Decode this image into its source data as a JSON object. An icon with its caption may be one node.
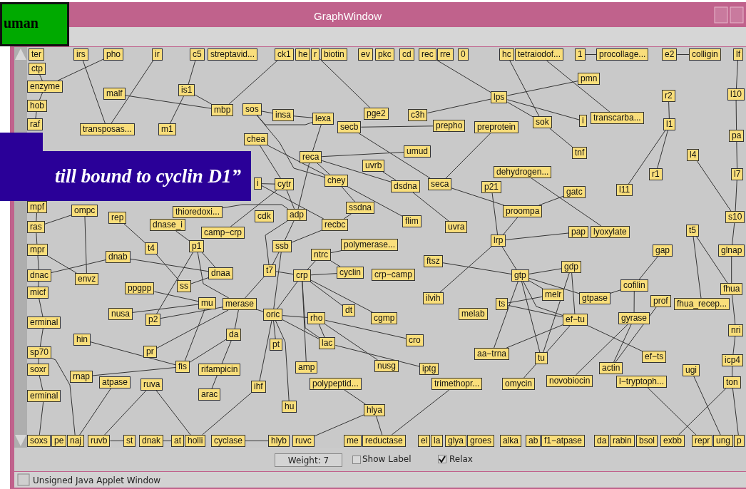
{
  "diagram": {
    "title": "GraphWindow",
    "nodes": [
      {
        "text": [
          "ter"
        ]
      },
      {
        "text": [
          "irs"
        ]
      },
      {
        "text": [
          "pho"
        ]
      },
      {
        "text": [
          "ir"
        ]
      },
      {
        "text": [
          "c5"
        ]
      },
      {
        "text": [
          "streptavid..."
        ]
      },
      {
        "text": [
          "ck1"
        ]
      },
      {
        "text": [
          "he"
        ]
      },
      {
        "text": [
          "r"
        ]
      },
      {
        "text": [
          "biotin"
        ]
      },
      {
        "text": [
          "ev"
        ]
      },
      {
        "text": [
          "pkc"
        ]
      },
      {
        "text": [
          "cd"
        ]
      },
      {
        "text": [
          "rec"
        ]
      },
      {
        "text": [
          "rre"
        ]
      },
      {
        "text": [
          "0"
        ]
      },
      {
        "text": [
          "hc"
        ]
      },
      {
        "text": [
          "tetraiodof..."
        ]
      },
      {
        "text": [
          "1"
        ]
      },
      {
        "text": [
          "procollage..."
        ]
      },
      {
        "text": [
          "e2"
        ]
      },
      {
        "text": [
          "colligin"
        ]
      },
      {
        "text": [
          "lf"
        ]
      },
      {
        "text": [
          "ctp"
        ]
      },
      {
        "text": [
          "enzyme"
        ]
      },
      {
        "text": [
          "hob"
        ]
      },
      {
        "text": [
          "raf"
        ]
      },
      {
        "text": [
          "malf"
        ]
      },
      {
        "text": [
          "is1"
        ]
      },
      {
        "text": [
          "mbp"
        ]
      },
      {
        "text": [
          "sos"
        ]
      },
      {
        "text": [
          "insa"
        ]
      },
      {
        "text": [
          "lexa"
        ]
      },
      {
        "text": [
          "pge2"
        ]
      },
      {
        "text": [
          "secb"
        ]
      },
      {
        "text": [
          "c3h"
        ]
      },
      {
        "text": [
          "prepho"
        ]
      },
      {
        "text": [
          "preprotein"
        ]
      },
      {
        "text": [
          "lps"
        ]
      },
      {
        "text": [
          "pmn"
        ]
      },
      {
        "text": [
          "sok"
        ]
      },
      {
        "text": [
          "i"
        ]
      },
      {
        "text": [
          "transcarba..."
        ]
      },
      {
        "text": [
          "tnf"
        ]
      },
      {
        "text": [
          "r2"
        ]
      },
      {
        "text": [
          "l1"
        ]
      },
      {
        "text": [
          "l10"
        ]
      },
      {
        "text": [
          "transposas..."
        ]
      },
      {
        "text": [
          "m1"
        ]
      },
      {
        "text": [
          "pa"
        ]
      },
      {
        "text": [
          "chea"
        ]
      },
      {
        "text": [
          "reca"
        ]
      },
      {
        "text": [
          "umud"
        ]
      },
      {
        "text": [
          "l4"
        ]
      },
      {
        "text": [
          "uvrb"
        ]
      },
      {
        "text": [
          "dehydrogen..."
        ]
      },
      {
        "text": [
          "r1"
        ]
      },
      {
        "text": [
          "l7"
        ]
      },
      {
        "text": [
          "cytr"
        ]
      },
      {
        "text": [
          "i"
        ]
      },
      {
        "text": [
          "chey"
        ]
      },
      {
        "text": [
          "dsdna"
        ]
      },
      {
        "text": [
          "seca"
        ]
      },
      {
        "text": [
          "p21"
        ]
      },
      {
        "text": [
          "gatc"
        ]
      },
      {
        "text": [
          "l11"
        ]
      },
      {
        "text": [
          "mpf"
        ]
      },
      {
        "text": [
          "ompc"
        ]
      },
      {
        "text": [
          "thioredoxi..."
        ]
      },
      {
        "text": [
          "ssdna"
        ]
      },
      {
        "text": [
          "proompa"
        ]
      },
      {
        "text": [
          "s10"
        ]
      },
      {
        "text": [
          "ras"
        ]
      },
      {
        "text": [
          "rep"
        ]
      },
      {
        "text": [
          "dnase_i"
        ]
      },
      {
        "text": [
          "cdk"
        ]
      },
      {
        "text": [
          "adp"
        ]
      },
      {
        "text": [
          "flim"
        ]
      },
      {
        "text": [
          "recbc"
        ]
      },
      {
        "text": [
          "uvra"
        ]
      },
      {
        "text": [
          "pap"
        ]
      },
      {
        "text": [
          "lyoxylate"
        ]
      },
      {
        "text": [
          "t5"
        ]
      },
      {
        "text": [
          "camp−crp"
        ]
      },
      {
        "text": [
          "p1"
        ]
      },
      {
        "text": [
          "ssb"
        ]
      },
      {
        "text": [
          "polymerase..."
        ]
      },
      {
        "text": [
          "lrp"
        ]
      },
      {
        "text": [
          "mpr"
        ]
      },
      {
        "text": [
          "t4"
        ]
      },
      {
        "text": [
          "gap"
        ]
      },
      {
        "text": [
          "glnap"
        ]
      },
      {
        "text": [
          "dnab"
        ]
      },
      {
        "text": [
          "ntrc"
        ]
      },
      {
        "text": [
          "ftsz"
        ]
      },
      {
        "text": [
          "gdp"
        ]
      },
      {
        "text": [
          "t7"
        ]
      },
      {
        "text": [
          "crp"
        ]
      },
      {
        "text": [
          "cyclin"
        ]
      },
      {
        "text": [
          "crp−camp"
        ]
      },
      {
        "text": [
          "gtp"
        ]
      },
      {
        "text": [
          "dnac"
        ]
      },
      {
        "text": [
          "envz"
        ]
      },
      {
        "text": [
          "dnaa"
        ]
      },
      {
        "text": [
          "cofilin"
        ]
      },
      {
        "text": [
          "ppgpp"
        ]
      },
      {
        "text": [
          "ss"
        ]
      },
      {
        "text": [
          "micf"
        ]
      },
      {
        "text": [
          "melr"
        ]
      },
      {
        "text": [
          "fhua"
        ]
      },
      {
        "text": [
          "ilvih"
        ]
      },
      {
        "text": [
          "gtpase"
        ]
      },
      {
        "text": [
          "prof"
        ]
      },
      {
        "text": [
          "fhua_recep..."
        ]
      },
      {
        "text": [
          "mu"
        ]
      },
      {
        "text": [
          "merase"
        ]
      },
      {
        "text": [
          "ts"
        ]
      },
      {
        "text": [
          "oric"
        ]
      },
      {
        "text": [
          "dt"
        ]
      },
      {
        "text": [
          "nusa"
        ]
      },
      {
        "text": [
          "melab"
        ]
      },
      {
        "text": [
          "p2"
        ]
      },
      {
        "text": [
          "rho"
        ]
      },
      {
        "text": [
          "cgmp"
        ]
      },
      {
        "text": [
          "gyrase"
        ]
      },
      {
        "text": [
          "ef−tu"
        ]
      },
      {
        "text": [
          "erminal"
        ]
      },
      {
        "text": [
          "nri"
        ]
      },
      {
        "text": [
          "da"
        ]
      },
      {
        "text": [
          "lac"
        ]
      },
      {
        "text": [
          "cro"
        ]
      },
      {
        "text": [
          "hin"
        ]
      },
      {
        "text": [
          "pt"
        ]
      },
      {
        "text": [
          "pr"
        ]
      },
      {
        "text": [
          "sp70"
        ]
      },
      {
        "text": [
          "aa−trna"
        ]
      },
      {
        "text": [
          "tu"
        ]
      },
      {
        "text": [
          "ef−ts"
        ]
      },
      {
        "text": [
          "icp4"
        ]
      },
      {
        "text": [
          "fis"
        ]
      },
      {
        "text": [
          "rifampicin"
        ]
      },
      {
        "text": [
          "amp"
        ]
      },
      {
        "text": [
          "nusg"
        ]
      },
      {
        "text": [
          "iptg"
        ]
      },
      {
        "text": [
          "soxr"
        ]
      },
      {
        "text": [
          "ugi"
        ]
      },
      {
        "text": [
          "actin"
        ]
      },
      {
        "text": [
          "rnap"
        ]
      },
      {
        "text": [
          "atpase"
        ]
      },
      {
        "text": [
          "ruva"
        ]
      },
      {
        "text": [
          "polypeptid..."
        ]
      },
      {
        "text": [
          "trimethopr..."
        ]
      },
      {
        "text": [
          "omycin"
        ]
      },
      {
        "text": [
          "novobiocin"
        ]
      },
      {
        "text": [
          "l−tryptoph..."
        ]
      },
      {
        "text": [
          "ton"
        ]
      },
      {
        "text": [
          "ihf"
        ]
      },
      {
        "text": [
          "arac"
        ]
      },
      {
        "text": [
          "erminal"
        ]
      },
      {
        "text": [
          "hu"
        ]
      },
      {
        "text": [
          "hlya"
        ]
      },
      {
        "text": [
          "soxs"
        ]
      },
      {
        "text": [
          "pe"
        ]
      },
      {
        "text": [
          "naj"
        ]
      },
      {
        "text": [
          "ruvb"
        ]
      },
      {
        "text": [
          "st"
        ]
      },
      {
        "text": [
          "dnak"
        ]
      },
      {
        "text": [
          "at"
        ]
      },
      {
        "text": [
          "holli"
        ]
      },
      {
        "text": [
          "cyclase"
        ]
      },
      {
        "text": [
          "hlyb"
        ]
      },
      {
        "text": [
          "ruvc"
        ]
      },
      {
        "text": [
          "me"
        ]
      },
      {
        "text": [
          "reductase"
        ]
      },
      {
        "text": [
          "el"
        ]
      },
      {
        "text": [
          "la"
        ]
      },
      {
        "text": [
          "glya"
        ]
      },
      {
        "text": [
          "groes"
        ]
      },
      {
        "text": [
          "alka"
        ]
      },
      {
        "text": [
          "ab"
        ]
      },
      {
        "text": [
          "f1−atpase"
        ]
      },
      {
        "text": [
          "da"
        ]
      },
      {
        "text": [
          "rabin"
        ]
      },
      {
        "text": [
          "bsol"
        ]
      },
      {
        "text": [
          "exbb"
        ]
      },
      {
        "text": [
          "repr"
        ]
      },
      {
        "text": [
          "ung"
        ]
      },
      {
        "text": [
          "p"
        ]
      }
    ],
    "edges": [
      {
        "from": 1,
        "to": 47,
        "arrow": "none"
      },
      {
        "from": 2,
        "to": 24,
        "arrow": "none"
      },
      {
        "from": 3,
        "to": 47,
        "arrow": "none"
      },
      {
        "from": 4,
        "to": 28,
        "arrow": "none"
      },
      {
        "from": 28,
        "to": 48,
        "arrow": "none"
      },
      {
        "from": 27,
        "to": 29,
        "arrow": "none"
      },
      {
        "from": 28,
        "to": 29,
        "arrow": "none"
      },
      {
        "from": 6,
        "to": 29,
        "arrow": "none"
      },
      {
        "from": 30,
        "to": 31,
        "arrow": "none"
      },
      {
        "from": 31,
        "to": 32,
        "arrow": "none"
      },
      {
        "from": 30,
        "to": 32,
        "arrow": "none"
      },
      {
        "from": 30,
        "to": 60,
        "arrow": "none"
      },
      {
        "from": 8,
        "to": 33,
        "arrow": "none"
      },
      {
        "from": 13,
        "to": 38,
        "arrow": "none"
      },
      {
        "from": 32,
        "to": 51,
        "arrow": "none"
      },
      {
        "from": 34,
        "to": 62,
        "arrow": "none"
      },
      {
        "from": 34,
        "to": 36,
        "arrow": "none"
      },
      {
        "from": 35,
        "to": 38,
        "arrow": "none"
      },
      {
        "from": 38,
        "to": 39,
        "arrow": "none"
      },
      {
        "from": 38,
        "to": 41,
        "arrow": "none"
      },
      {
        "from": 38,
        "to": 40,
        "arrow": "none"
      },
      {
        "from": 16,
        "to": 40,
        "arrow": "none"
      },
      {
        "from": 17,
        "to": 42,
        "arrow": "none"
      },
      {
        "from": 40,
        "to": 43,
        "arrow": "none"
      },
      {
        "from": 37,
        "to": 62,
        "arrow": "none"
      },
      {
        "from": 44,
        "to": 45,
        "arrow": "none"
      },
      {
        "from": 45,
        "to": 56,
        "arrow": "none"
      },
      {
        "from": 45,
        "to": 65,
        "arrow": "none"
      },
      {
        "from": 53,
        "to": 71,
        "arrow": "none"
      },
      {
        "from": 50,
        "to": 58,
        "arrow": "none"
      },
      {
        "from": 50,
        "to": 60,
        "arrow": "none"
      },
      {
        "from": 51,
        "to": 52,
        "arrow": "none"
      },
      {
        "from": 51,
        "to": 61,
        "arrow": "none"
      },
      {
        "from": 51,
        "to": 76,
        "arrow": "none"
      },
      {
        "from": 51,
        "to": 60,
        "arrow": "none"
      },
      {
        "from": 59,
        "to": 58,
        "arrow": "none"
      },
      {
        "from": 59,
        "to": 78,
        "arrow": "none"
      },
      {
        "from": 54,
        "to": 61,
        "arrow": "none"
      },
      {
        "from": 60,
        "to": 69,
        "arrow": "none"
      },
      {
        "from": 60,
        "to": 77,
        "arrow": "none"
      },
      {
        "from": 61,
        "to": 79,
        "arrow": "none"
      },
      {
        "from": 62,
        "to": 70,
        "arrow": "none"
      },
      {
        "from": 58,
        "to": 76,
        "arrow": "none"
      },
      {
        "from": 58,
        "to": 83,
        "arrow": "none"
      },
      {
        "from": 69,
        "to": 78,
        "arrow": "none"
      },
      {
        "from": 76,
        "to": 85,
        "arrow": "none"
      },
      {
        "from": 76,
        "to": 96,
        "arrow": "none"
      },
      {
        "from": 78,
        "to": 85,
        "arrow": "none"
      },
      {
        "from": 55,
        "to": 81,
        "arrow": "none"
      },
      {
        "from": 63,
        "to": 87,
        "arrow": "none"
      },
      {
        "from": 64,
        "to": 70,
        "arrow": "none"
      },
      {
        "from": 70,
        "to": 87,
        "arrow": "none"
      },
      {
        "from": 87,
        "to": 80,
        "arrow": "none"
      },
      {
        "from": 87,
        "to": 100,
        "arrow": "none"
      },
      {
        "from": 87,
        "to": 110,
        "arrow": "none"
      },
      {
        "from": 100,
        "to": 95,
        "arrow": "none"
      },
      {
        "from": 100,
        "to": 108,
        "arrow": "none"
      },
      {
        "from": 100,
        "to": 125,
        "arrow": "none"
      },
      {
        "from": 100,
        "to": 136,
        "arrow": "none"
      },
      {
        "from": 100,
        "to": 135,
        "arrow": "none"
      },
      {
        "from": 100,
        "to": 111,
        "arrow": "none"
      },
      {
        "from": 95,
        "to": 125,
        "arrow": "none"
      },
      {
        "from": 95,
        "to": 136,
        "arrow": "none"
      },
      {
        "from": 108,
        "to": 116,
        "arrow": "none"
      },
      {
        "from": 116,
        "to": 125,
        "arrow": "none"
      },
      {
        "from": 125,
        "to": 135,
        "arrow": "none"
      },
      {
        "from": 125,
        "to": 137,
        "arrow": "none"
      },
      {
        "from": 125,
        "to": 136,
        "arrow": "none"
      },
      {
        "from": 136,
        "to": 152,
        "arrow": "none"
      },
      {
        "from": 94,
        "to": 100,
        "arrow": "none"
      },
      {
        "from": 90,
        "to": 104,
        "arrow": "none"
      },
      {
        "from": 104,
        "to": 111,
        "arrow": "none"
      },
      {
        "from": 104,
        "to": 124,
        "arrow": "none"
      },
      {
        "from": 124,
        "to": 146,
        "arrow": "none"
      },
      {
        "from": 124,
        "to": 153,
        "arrow": "none"
      },
      {
        "from": 112,
        "to": 146,
        "arrow": "none"
      },
      {
        "from": 82,
        "to": 113,
        "arrow": "none"
      },
      {
        "from": 82,
        "to": 109,
        "arrow": "none"
      },
      {
        "from": 154,
        "to": 185,
        "arrow": "none"
      },
      {
        "from": 145,
        "to": 186,
        "arrow": "none"
      },
      {
        "from": 155,
        "to": 184,
        "arrow": "none"
      },
      {
        "from": 68,
        "to": 76,
        "arrow": "none"
      },
      {
        "from": 74,
        "to": 84,
        "arrow": "none"
      },
      {
        "from": 73,
        "to": 89,
        "arrow": "none"
      },
      {
        "from": 67,
        "to": 102,
        "arrow": "none"
      },
      {
        "from": 67,
        "to": 72,
        "arrow": "none"
      },
      {
        "from": 88,
        "to": 102,
        "arrow": "none"
      },
      {
        "from": 101,
        "to": 92,
        "arrow": "none"
      },
      {
        "from": 92,
        "to": 103,
        "arrow": "none"
      },
      {
        "from": 89,
        "to": 106,
        "arrow": "none"
      },
      {
        "from": 106,
        "to": 103,
        "arrow": "none"
      },
      {
        "from": 84,
        "to": 121,
        "arrow": "none"
      },
      {
        "from": 84,
        "to": 115,
        "arrow": "none"
      },
      {
        "from": 84,
        "to": 103,
        "arrow": "none"
      },
      {
        "from": 105,
        "to": 114,
        "arrow": "none"
      },
      {
        "from": 119,
        "to": 114,
        "arrow": "none"
      },
      {
        "from": 121,
        "to": 115,
        "arrow": "none"
      },
      {
        "from": 131,
        "to": 139,
        "arrow": "none"
      },
      {
        "from": 133,
        "to": 115,
        "arrow": "none"
      },
      {
        "from": 139,
        "to": 114,
        "arrow": "none"
      },
      {
        "from": 139,
        "to": 128,
        "arrow": "none"
      },
      {
        "from": 147,
        "to": 139,
        "arrow": "none"
      },
      {
        "from": 148,
        "to": 163,
        "arrow": "none"
      },
      {
        "from": 149,
        "to": 164,
        "arrow": "none"
      },
      {
        "from": 149,
        "to": 168,
        "arrow": "none"
      },
      {
        "from": 168,
        "to": 156,
        "arrow": "none"
      },
      {
        "from": 134,
        "to": 163,
        "arrow": "none"
      },
      {
        "from": 140,
        "to": 157,
        "arrow": "none"
      },
      {
        "from": 128,
        "to": 115,
        "arrow": "none"
      },
      {
        "from": 128,
        "to": 140,
        "arrow": "none"
      },
      {
        "from": 117,
        "to": 122,
        "arrow": "none"
      },
      {
        "from": 117,
        "to": 115,
        "arrow": "none"
      },
      {
        "from": 117,
        "to": 132,
        "arrow": "none"
      },
      {
        "from": 117,
        "to": 156,
        "arrow": "none"
      },
      {
        "from": 117,
        "to": 129,
        "arrow": "none"
      },
      {
        "from": 117,
        "to": 97,
        "arrow": "none"
      },
      {
        "from": 117,
        "to": 159,
        "arrow": "none"
      },
      {
        "from": 97,
        "to": 98,
        "arrow": "none"
      },
      {
        "from": 97,
        "to": 118,
        "arrow": "none"
      },
      {
        "from": 97,
        "to": 123,
        "arrow": "none"
      },
      {
        "from": 97,
        "to": 141,
        "arrow": "none"
      },
      {
        "from": 97,
        "to": 129,
        "arrow": "none"
      },
      {
        "from": 97,
        "to": 96,
        "arrow": "none"
      },
      {
        "from": 97,
        "to": 93,
        "arrow": "none"
      },
      {
        "from": 93,
        "to": 86,
        "arrow": "none"
      },
      {
        "from": 93,
        "to": 98,
        "arrow": "none"
      },
      {
        "from": 122,
        "to": 130,
        "arrow": "none"
      },
      {
        "from": 122,
        "to": 142,
        "arrow": "none"
      },
      {
        "from": 122,
        "to": 129,
        "arrow": "none"
      },
      {
        "from": 129,
        "to": 143,
        "arrow": "none"
      },
      {
        "from": 150,
        "to": 160,
        "arrow": "none"
      },
      {
        "from": 160,
        "to": 171,
        "arrow": "none"
      },
      {
        "from": 160,
        "to": 173,
        "arrow": "none"
      },
      {
        "from": 151,
        "to": 173,
        "arrow": "none"
      },
      {
        "from": 96,
        "to": 115,
        "arrow": "none"
      },
      {
        "from": 85,
        "to": 117,
        "arrow": "none"
      },
      {
        "from": 85,
        "to": 96,
        "arrow": "none"
      },
      {
        "from": 18,
        "to": 19,
        "arrow": "none"
      },
      {
        "from": 20,
        "to": 21,
        "arrow": "none"
      },
      {
        "from": 164,
        "to": 165,
        "arrow": "none"
      },
      {
        "from": 166,
        "to": 167,
        "arrow": "none"
      },
      {
        "from": 169,
        "to": 170,
        "arrow": "none"
      },
      {
        "from": 23,
        "to": 24,
        "arrow": "none"
      },
      {
        "from": 24,
        "to": 25,
        "arrow": "none"
      },
      {
        "from": 25,
        "to": 26,
        "arrow": "none"
      },
      {
        "from": 66,
        "to": 72,
        "arrow": "none"
      },
      {
        "from": 72,
        "to": 88,
        "arrow": "none"
      },
      {
        "from": 88,
        "to": 101,
        "arrow": "none"
      },
      {
        "from": 101,
        "to": 107,
        "arrow": "none"
      },
      {
        "from": 107,
        "to": 126,
        "arrow": "none"
      },
      {
        "from": 126,
        "to": 134,
        "arrow": "none"
      },
      {
        "from": 134,
        "to": 144,
        "arrow": "none"
      },
      {
        "from": 144,
        "to": 158,
        "arrow": "none"
      },
      {
        "from": 158,
        "to": 161,
        "arrow": "none"
      },
      {
        "from": 22,
        "to": 46,
        "arrow": "none"
      },
      {
        "from": 46,
        "to": 49,
        "arrow": "none"
      },
      {
        "from": 49,
        "to": 57,
        "arrow": "none"
      },
      {
        "from": 57,
        "to": 71,
        "arrow": "none"
      },
      {
        "from": 71,
        "to": 91,
        "arrow": "none"
      },
      {
        "from": 91,
        "to": 109,
        "arrow": "none"
      },
      {
        "from": 109,
        "to": 127,
        "arrow": "none"
      },
      {
        "from": 127,
        "to": 138,
        "arrow": "none"
      },
      {
        "from": 138,
        "to": 155,
        "arrow": "none"
      },
      {
        "from": 155,
        "to": 187,
        "arrow": "none"
      }
    ],
    "labels": [
      "uman",
      "till bound to cyclin D1”",
      "Weight: 7",
      "Show Label",
      "Relax",
      "Unsigned Java Applet Window"
    ]
  }
}
